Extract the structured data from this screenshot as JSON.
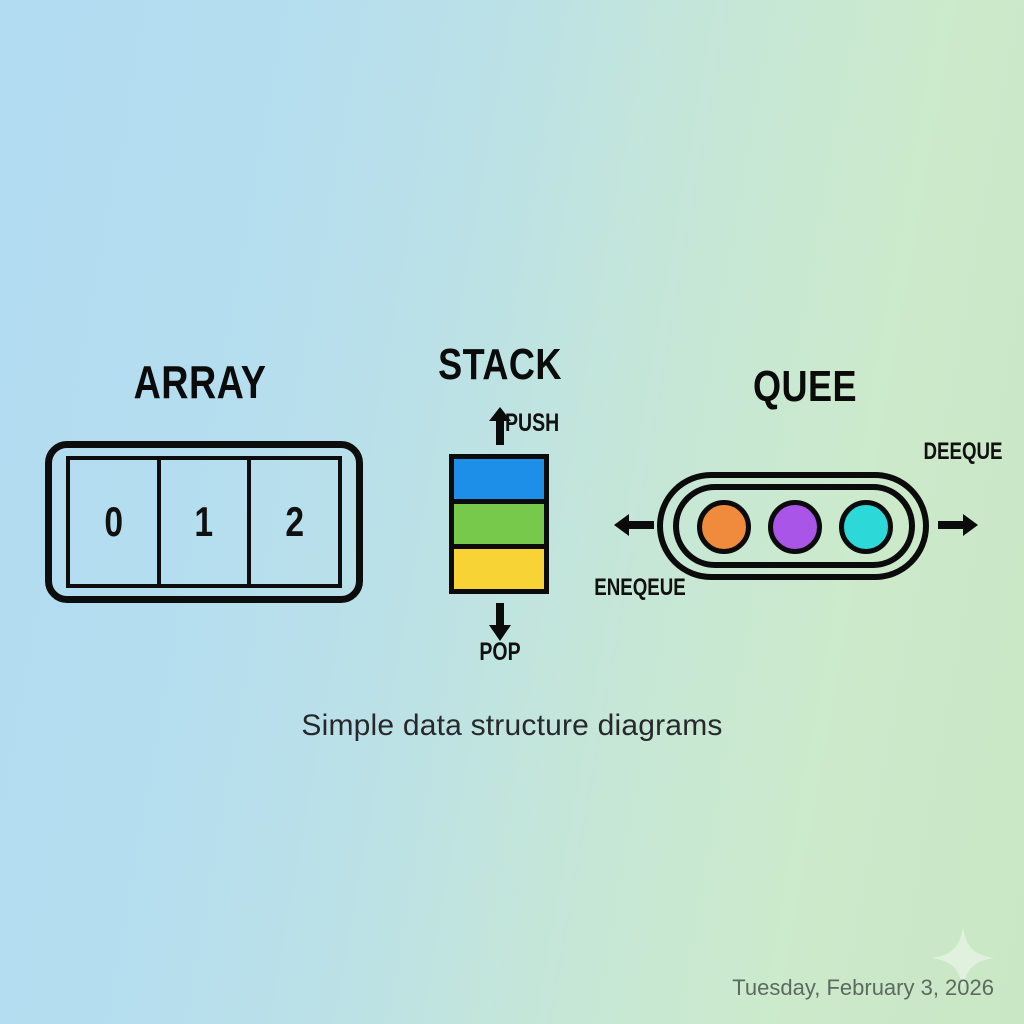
{
  "background": {
    "gradient_from": "#b2dcf2",
    "gradient_to": "#c9e7c4",
    "direction": "left-to-right"
  },
  "array": {
    "title": "ARRAY",
    "cells": [
      "0",
      "1",
      "2"
    ],
    "outline_color": "#0d0d0d"
  },
  "stack": {
    "title": "STACK",
    "push_label": "PUSH",
    "pop_label": "POP",
    "blocks": [
      {
        "name": "top-block",
        "color": "#1e8fe8"
      },
      {
        "name": "middle-block",
        "color": "#76c94b"
      },
      {
        "name": "bottom-block",
        "color": "#f8d335"
      }
    ],
    "push_arrow_icon": "arrow-up-icon",
    "pop_arrow_icon": "arrow-down-icon"
  },
  "queue": {
    "title": "QUEE",
    "dequeue_label": "DEEQUE",
    "enqueue_label": "ENEQEUE",
    "items": [
      {
        "name": "queue-item-orange",
        "color": "#f08a3c"
      },
      {
        "name": "queue-item-purple",
        "color": "#a855e8"
      },
      {
        "name": "queue-item-cyan",
        "color": "#2dd8d8"
      }
    ],
    "left_arrow_icon": "arrow-left-icon",
    "right_arrow_icon": "arrow-right-icon"
  },
  "caption": "Simple data structure diagrams",
  "footer": {
    "date": "Tuesday, February 3, 2026",
    "watermark_icon": "sparkle-icon",
    "date_color": "#5c6a60"
  }
}
